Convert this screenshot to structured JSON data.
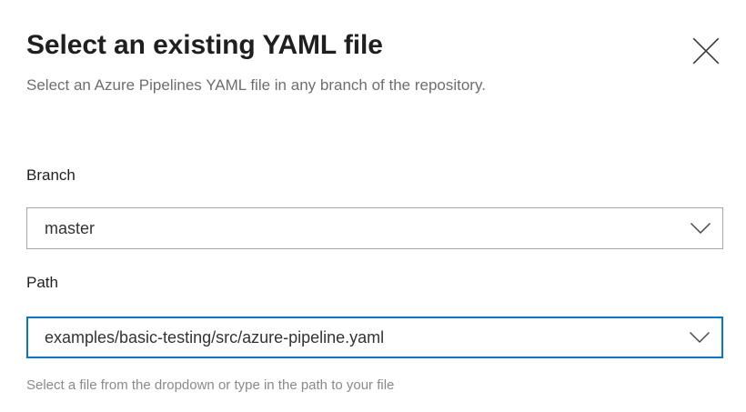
{
  "dialog": {
    "title": "Select an existing YAML file",
    "subtitle": "Select an Azure Pipelines YAML file in any branch of the repository.",
    "close_icon": "close-icon"
  },
  "fields": {
    "branch": {
      "label": "Branch",
      "value": "master",
      "chevron_icon": "chevron-down-icon",
      "focused": false,
      "border_color": "#a6a6a6"
    },
    "path": {
      "label": "Path",
      "value": "examples/basic-testing/src/azure-pipeline.yaml",
      "chevron_icon": "chevron-down-icon",
      "focused": true,
      "border_color": "#0078d4",
      "helper_text": "Select a file from the dropdown or type in the path to your file"
    }
  },
  "colors": {
    "background": "#ffffff",
    "title_text": "#1f1f1f",
    "subtitle_text": "#6e6e6e",
    "value_text": "#333333",
    "helper_text": "#8a8a8a",
    "accent": "#0078d4",
    "border": "#a6a6a6",
    "icon": "#3b3b3b"
  }
}
